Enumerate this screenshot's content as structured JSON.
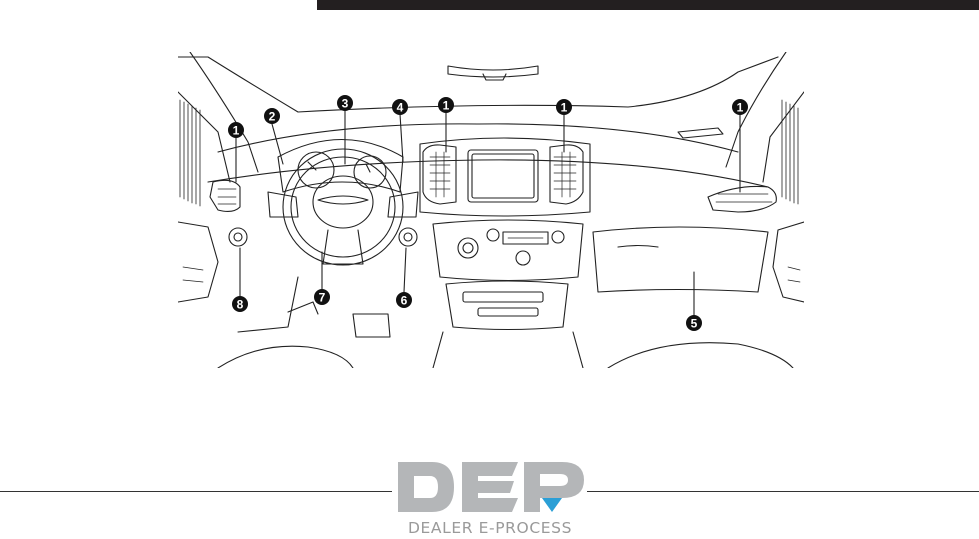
{
  "diagram": {
    "callouts": [
      {
        "id": "c1-left",
        "label": "1"
      },
      {
        "id": "c2",
        "label": "2"
      },
      {
        "id": "c3",
        "label": "3"
      },
      {
        "id": "c4",
        "label": "4"
      },
      {
        "id": "c1-center-left",
        "label": "1"
      },
      {
        "id": "c1-center-right",
        "label": "1"
      },
      {
        "id": "c1-right",
        "label": "1"
      },
      {
        "id": "c8",
        "label": "8"
      },
      {
        "id": "c7",
        "label": "7"
      },
      {
        "id": "c6",
        "label": "6"
      },
      {
        "id": "c5",
        "label": "5"
      }
    ]
  },
  "logo": {
    "tagline": "DEALER E-PROCESS"
  },
  "colors": {
    "line": "#222222",
    "top_bar": "#231f20",
    "logo_gray": "#b4b6b8",
    "logo_blue": "#2b9fd6"
  }
}
